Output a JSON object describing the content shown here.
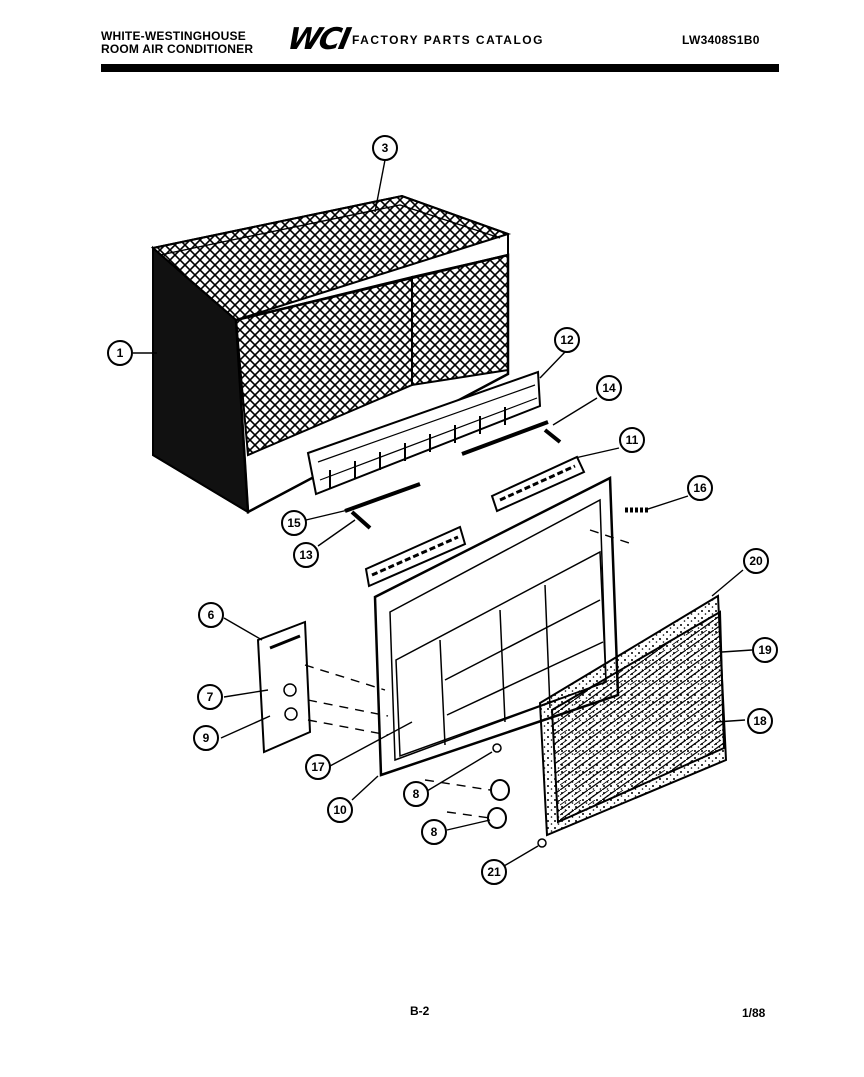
{
  "header": {
    "brand_line1": "WHITE-WESTINGHOUSE",
    "brand_line2": "ROOM AIR CONDITIONER",
    "logo": "WCI",
    "catalog_title": "FACTORY PARTS CATALOG",
    "model_number": "LW3408S1B0"
  },
  "footer": {
    "page_code": "B-2",
    "date_code": "1/88"
  },
  "callouts": [
    {
      "id": "3",
      "label": "3"
    },
    {
      "id": "1",
      "label": "1"
    },
    {
      "id": "12",
      "label": "12"
    },
    {
      "id": "14",
      "label": "14"
    },
    {
      "id": "11",
      "label": "11"
    },
    {
      "id": "15",
      "label": "15"
    },
    {
      "id": "13",
      "label": "13"
    },
    {
      "id": "16",
      "label": "16"
    },
    {
      "id": "20",
      "label": "20"
    },
    {
      "id": "19",
      "label": "19"
    },
    {
      "id": "18",
      "label": "18"
    },
    {
      "id": "6",
      "label": "6"
    },
    {
      "id": "7",
      "label": "7"
    },
    {
      "id": "9",
      "label": "9"
    },
    {
      "id": "17",
      "label": "17"
    },
    {
      "id": "10",
      "label": "10"
    },
    {
      "id": "8a",
      "label": "8"
    },
    {
      "id": "8b",
      "label": "8"
    },
    {
      "id": "21",
      "label": "21"
    }
  ]
}
